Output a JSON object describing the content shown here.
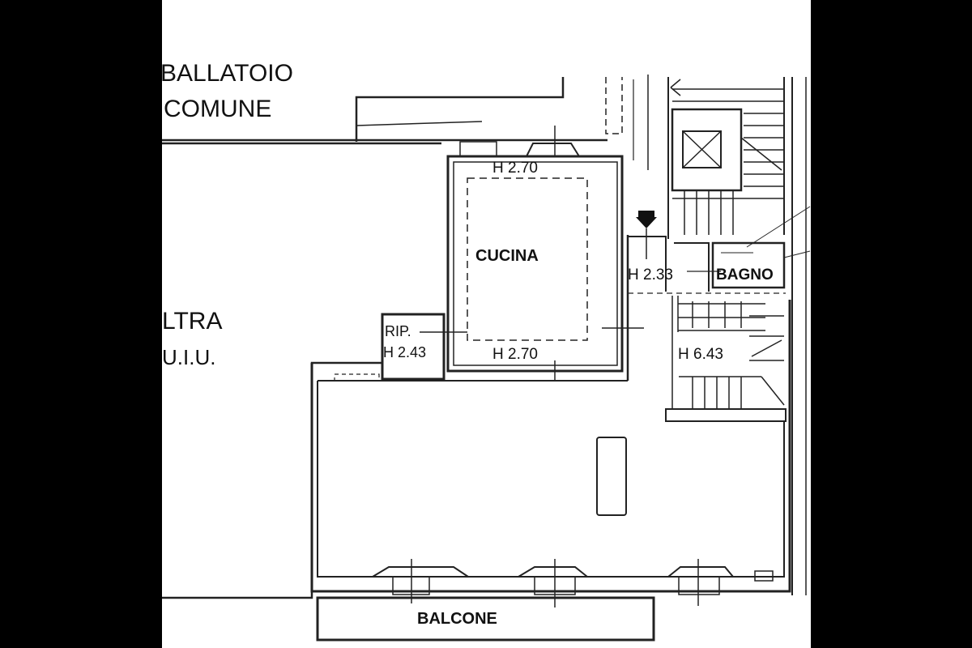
{
  "colors": {
    "background": "#000000",
    "sheet": "#ffffff",
    "ink": "#1a1a1a"
  },
  "labels": {
    "ballatoio": "BALLATOIO",
    "comune": "COMUNE",
    "altra": "LTRA",
    "uiu": "U.I.U.",
    "cucina": "CUCINA",
    "cucina_h_top": "H 2.70",
    "cucina_h_bottom": "H 2.70",
    "rip": "RIP.",
    "rip_h": "H 2.43",
    "ingresso_h": "H 2.33",
    "bagno": "BAGNO",
    "stair_h": "H 6.43",
    "balcone": "BALCONE"
  },
  "icons": [
    "entrance-arrow-icon",
    "elevator-shaft-icon",
    "stair-treads-icon"
  ]
}
